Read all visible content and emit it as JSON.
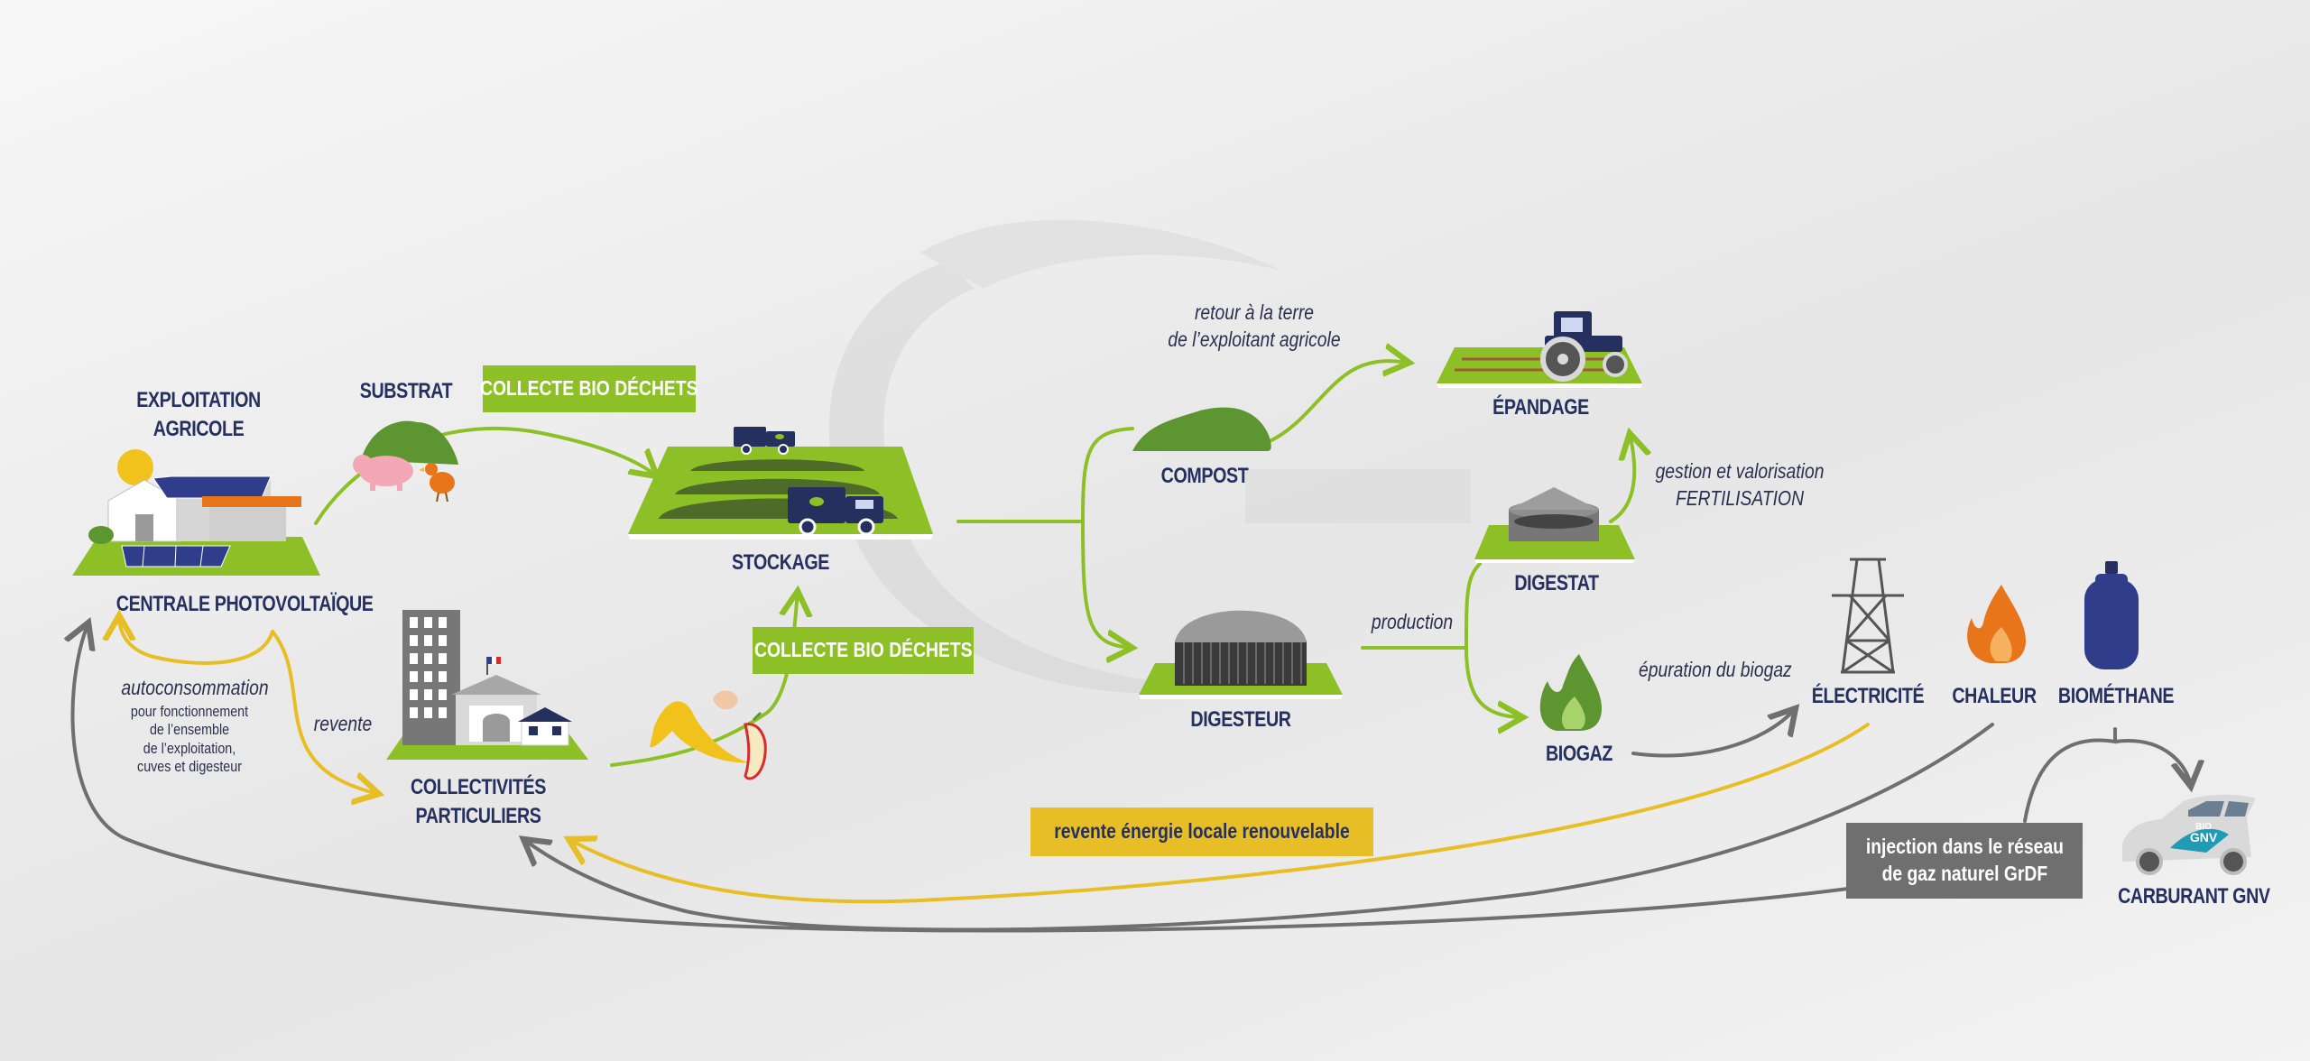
{
  "colors": {
    "green": "#8dc026",
    "dark_green": "#5d9630",
    "yellow": "#e8be26",
    "grey": "#6f6f6f",
    "navy": "#26305e",
    "orange": "#e8751a"
  },
  "nodes": {
    "exploitation": "EXPLOITATION\nAGRICOLE",
    "centrale": "CENTRALE PHOTOVOLTAÏQUE",
    "substrat": "SUBSTRAT",
    "collectivites": "COLLECTIVITÉS\nPARTICULIERS",
    "stockage": "STOCKAGE",
    "compost": "COMPOST",
    "digesteur": "DIGESTEUR",
    "epandage": "ÉPANDAGE",
    "digestat": "DIGESTAT",
    "biogaz": "BIOGAZ",
    "electricite": "ÉLECTRICITÉ",
    "chaleur": "CHALEUR",
    "biomethane": "BIOMÉTHANE",
    "carburant": "CARBURANT GNV"
  },
  "tags": {
    "collecte_1": "COLLECTE BIO DÉCHETS",
    "collecte_2": "COLLECTE BIO DÉCHETS",
    "revente_energie": "revente énergie locale renouvelable",
    "injection": "injection dans le réseau\nde gaz naturel GrDF"
  },
  "annotations": {
    "retour": "retour à la terre\nde l’exploitant agricole",
    "gestion": "gestion et valorisation\nFERTILISATION",
    "production": "production",
    "epuration": "épuration du biogaz",
    "autoconsommation": "autoconsommation",
    "autoconsommation_detail": "pour fonctionnement\nde l’ensemble\nde l’exploitation,\ncuves et digesteur",
    "revente": "revente"
  },
  "icons": {
    "farm": "farm-icon",
    "sun": "sun-icon",
    "solar_panel": "solar-panel-icon",
    "manure": "manure-heap-icon",
    "pig": "pig-icon",
    "hen": "hen-icon",
    "truck": "truck-icon",
    "building": "building-icon",
    "town_hall": "town-hall-icon",
    "food_waste": "food-waste-icon",
    "tractor": "tractor-icon",
    "digester": "digester-icon",
    "flame": "flame-icon",
    "pylon": "pylon-icon",
    "gas_bottle": "gas-bottle-icon",
    "car": "car-icon",
    "car_badge": "BIO\nGNV"
  }
}
